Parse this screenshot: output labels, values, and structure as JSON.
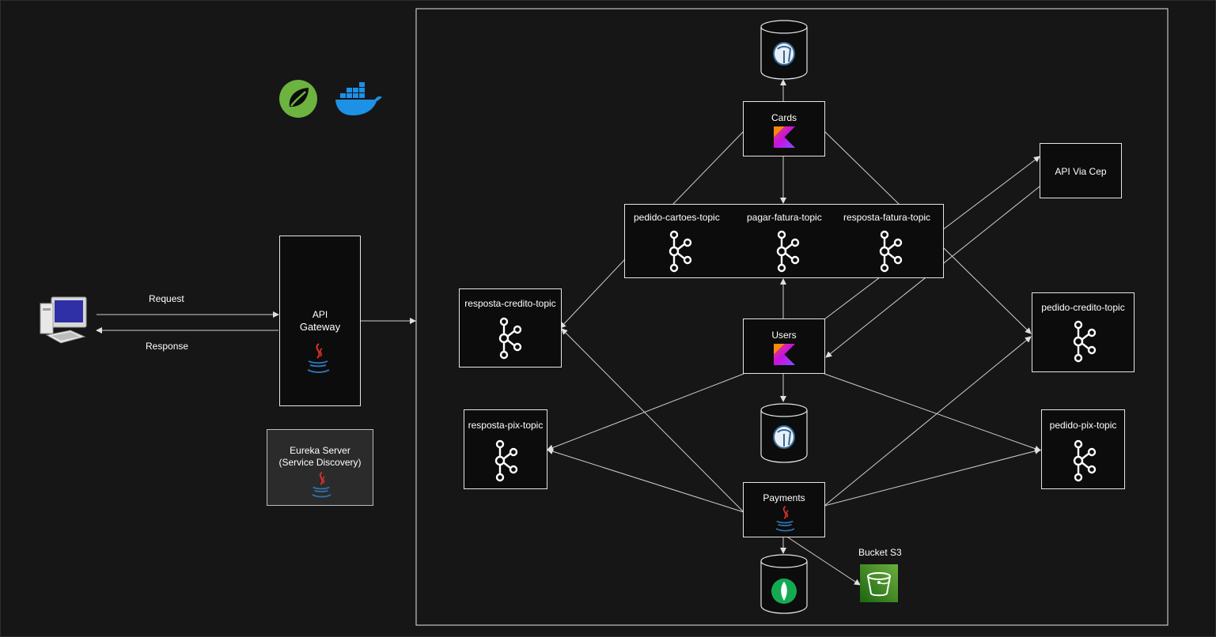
{
  "client": {
    "request_label": "Request",
    "response_label": "Response"
  },
  "gateway": {
    "label_line1": "API",
    "label_line2": "Gateway"
  },
  "eureka": {
    "label_line1": "Eureka Server",
    "label_line2": "(Service Discovery)"
  },
  "services": {
    "cards": "Cards",
    "users": "Users",
    "payments": "Payments"
  },
  "topics": {
    "pedido_cartoes": "pedido-cartoes-topic",
    "pagar_fatura": "pagar-fatura-topic",
    "resposta_fatura": "resposta-fatura-topic",
    "resposta_credito": "resposta-credito-topic",
    "resposta_pix": "resposta-pix-topic",
    "pedido_credito": "pedido-credito-topic",
    "pedido_pix": "pedido-pix-topic"
  },
  "external": {
    "api_via_cep": "API Via Cep",
    "bucket_s3": "Bucket S3"
  },
  "icons": {
    "spring": "spring-logo-icon",
    "docker": "docker-logo-icon",
    "kotlin": "kotlin-logo-icon",
    "java": "java-logo-icon",
    "kafka": "kafka-logo-icon",
    "postgres": "postgresql-logo-icon",
    "mongodb": "mongodb-logo-icon",
    "s3": "s3-bucket-icon",
    "computer": "computer-icon"
  },
  "colors": {
    "background": "#161616",
    "line": "#cfcfcf",
    "spring_green": "#6db33f",
    "docker_blue": "#1d91e6",
    "postgres_blue": "#336791",
    "mongo_green": "#13aa52",
    "s3_green": "#3f8624"
  }
}
